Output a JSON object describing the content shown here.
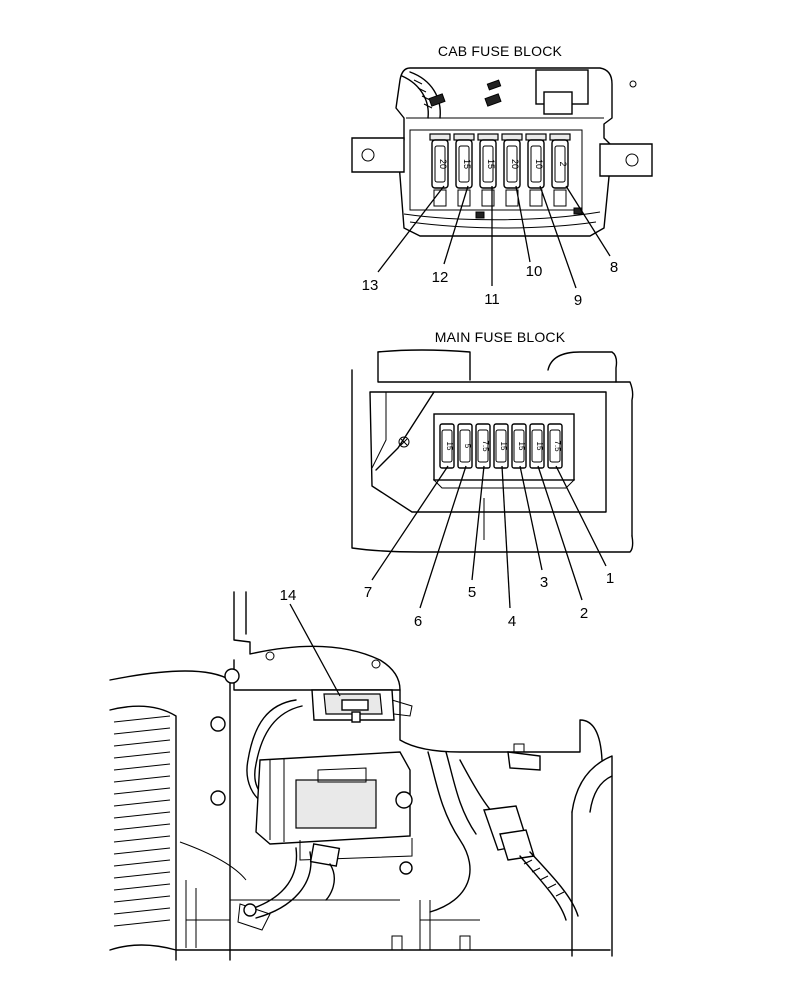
{
  "cab_block": {
    "title": "CAB FUSE BLOCK",
    "ratings": [
      "20",
      "15",
      "15",
      "20",
      "10",
      "2"
    ],
    "callouts": [
      "13",
      "12",
      "11",
      "10",
      "9",
      "8"
    ]
  },
  "main_block": {
    "title": "MAIN FUSE BLOCK",
    "ratings": [
      "15",
      "5",
      "7.5",
      "15",
      "15",
      "15",
      "7.5"
    ],
    "callouts": [
      "7",
      "6",
      "5",
      "4",
      "3",
      "2",
      "1"
    ]
  },
  "engine_view": {
    "callouts": [
      "14"
    ]
  }
}
